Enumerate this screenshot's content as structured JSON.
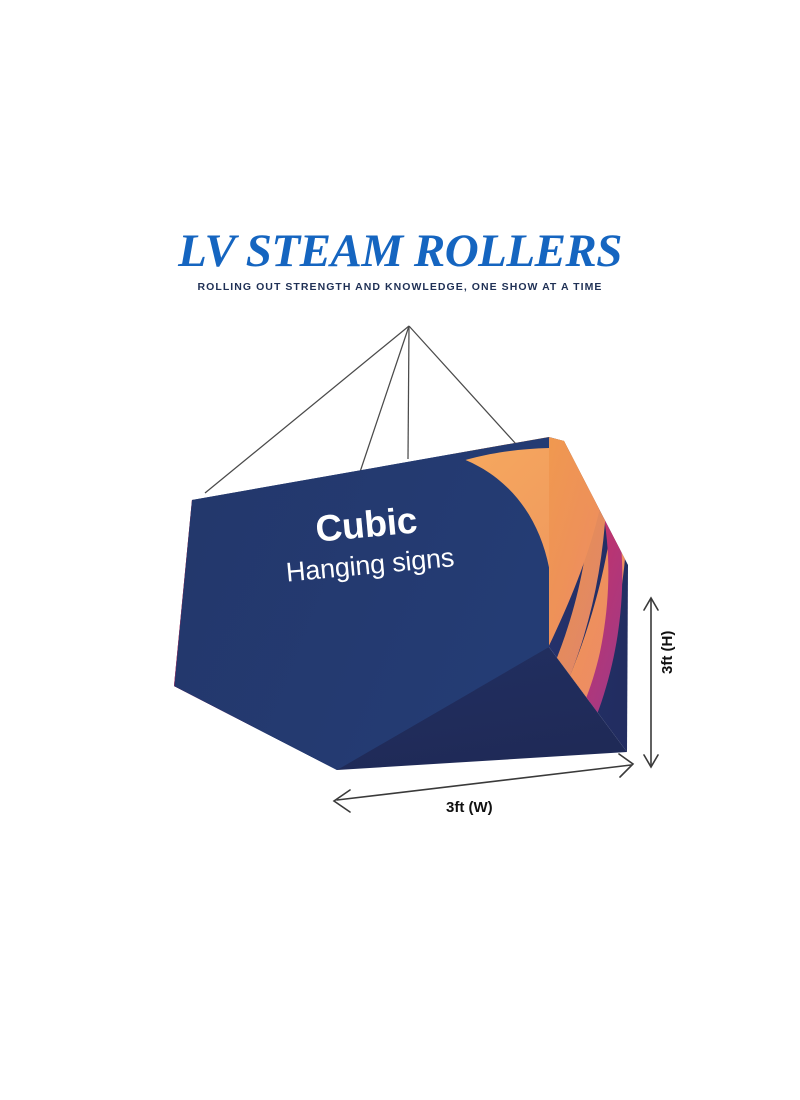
{
  "logo": {
    "wordmark": "LV STEAM ROLLERS",
    "tagline": "ROLLING OUT STRENGTH AND KNOWLEDGE, ONE SHOW AT A TIME",
    "wordmark_color": "#1565C0",
    "tagline_color": "#1F3055"
  },
  "product": {
    "title": "Cubic",
    "subtitle": "Hanging signs",
    "text_color": "#FFFFFF"
  },
  "dimensions": {
    "height_label": "3ft (H)",
    "width_label": "3ft (W)",
    "line_color": "#3A3A3A"
  },
  "colors": {
    "front_navy": "#233A6C",
    "bottom_navy": "#212C5E",
    "side_navy": "#24306A",
    "orange": "#F2A05C",
    "orange_dark": "#EC8F4E",
    "salmon": "#EE8C6B",
    "crimson": "#CE2F52",
    "magenta": "#B23476",
    "cable": "#4A4A4A",
    "background": "#FFFFFF"
  },
  "icons": {
    "height_arrow": "double-arrow-vertical",
    "width_arrow": "double-arrow-horizontal",
    "cables": "hanging-cables"
  }
}
